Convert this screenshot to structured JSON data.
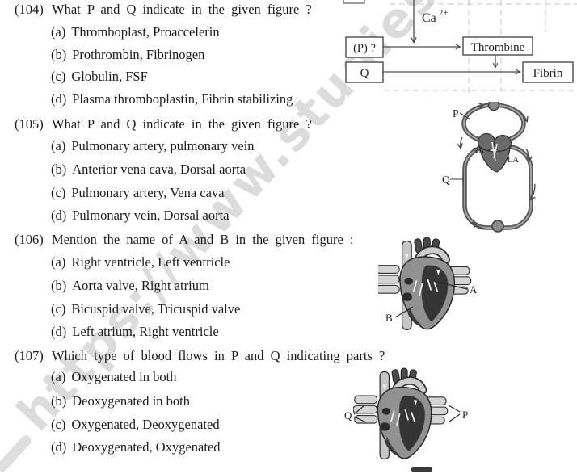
{
  "watermark": {
    "text": "https://www.studiestoday.com"
  },
  "colors": {
    "page_background": "#ffffff",
    "body_text": "#1b1b1b",
    "watermark_gray": "#c7c7c7",
    "figure_line": "#4a4a4a"
  },
  "questions": [
    {
      "number": "(104)",
      "text": "What P and Q indicate in the given figure ?",
      "options": [
        {
          "label": "(a)",
          "text": "Thromboplast, Proaccelerin"
        },
        {
          "label": "(b)",
          "text": "Prothrombin, Fibrinogen"
        },
        {
          "label": "(c)",
          "text": "Globulin, FSF"
        },
        {
          "label": "(d)",
          "text": "Plasma thromboplastin, Fibrin stabilizing"
        }
      ]
    },
    {
      "number": "(105)",
      "text": "What P and Q indicate in the given figure ?",
      "options": [
        {
          "label": "(a)",
          "text": "Pulmonary artery, pulmonary vein"
        },
        {
          "label": "(b)",
          "text": "Anterior vena cava, Dorsal aorta"
        },
        {
          "label": "(c)",
          "text": "Pulmonary artery, Vena cava"
        },
        {
          "label": "(d)",
          "text": "Pulmonary vein, Dorsal aorta"
        }
      ]
    },
    {
      "number": "(106)",
      "text": "Mention the name of A and B in the given figure :",
      "options": [
        {
          "label": "(a)",
          "text": "Right ventricle, Left ventricle"
        },
        {
          "label": "(b)",
          "text": "Aorta valve, Right atrium"
        },
        {
          "label": "(c)",
          "text": "Bicuspid valve, Tricuspid valve"
        },
        {
          "label": "(d)",
          "text": "Left atrium, Right ventricle"
        }
      ]
    },
    {
      "number": "(107)",
      "text": "Which type of blood flows in P and Q indicating parts ?",
      "options": [
        {
          "label": "(a)",
          "text": "Oxygenated in both"
        },
        {
          "label": "(b)",
          "text": "Deoxygenated in both"
        },
        {
          "label": "(c)",
          "text": "Oxygenated, Deoxygenated"
        },
        {
          "label": "(d)",
          "text": "Deoxygenated, Oxygenated"
        }
      ]
    }
  ],
  "figures": {
    "clotting": {
      "ca_base": "Ca",
      "ca_sup": "2+",
      "p_box": "(P) ?",
      "q_box": "Q",
      "thrombine_box": "Thrombine",
      "fibrin_box": "Fibrin"
    },
    "circulation": {
      "p": "P",
      "q": "Q",
      "ra": "RA",
      "la": "LA"
    },
    "heart_ab": {
      "a": "A",
      "b": "B"
    },
    "heart_pq": {
      "p": "P",
      "q": "Q"
    }
  }
}
